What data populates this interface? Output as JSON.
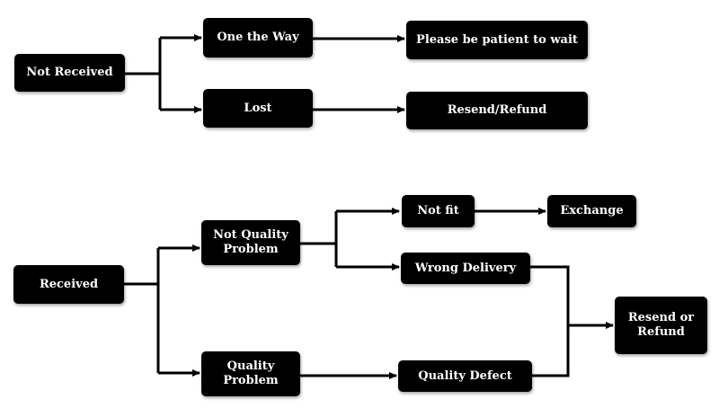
{
  "flow_not_received": {
    "root": "Not Received",
    "on_the_way": "One the Way",
    "wait": "Please be patient to wait",
    "lost": "Lost",
    "resend_refund": "Resend/Refund"
  },
  "flow_received": {
    "root": "Received",
    "not_quality_problem": "Not Quality\nProblem",
    "quality_problem": "Quality\nProblem",
    "not_fit": "Not fit",
    "exchange": "Exchange",
    "wrong_delivery": "Wrong Delivery",
    "quality_defect": "Quality Defect",
    "resend_or_refund": "Resend or\nRefund"
  },
  "colors": {
    "node_fill": "#000000",
    "node_text": "#ffffff",
    "connector": "#000000"
  }
}
